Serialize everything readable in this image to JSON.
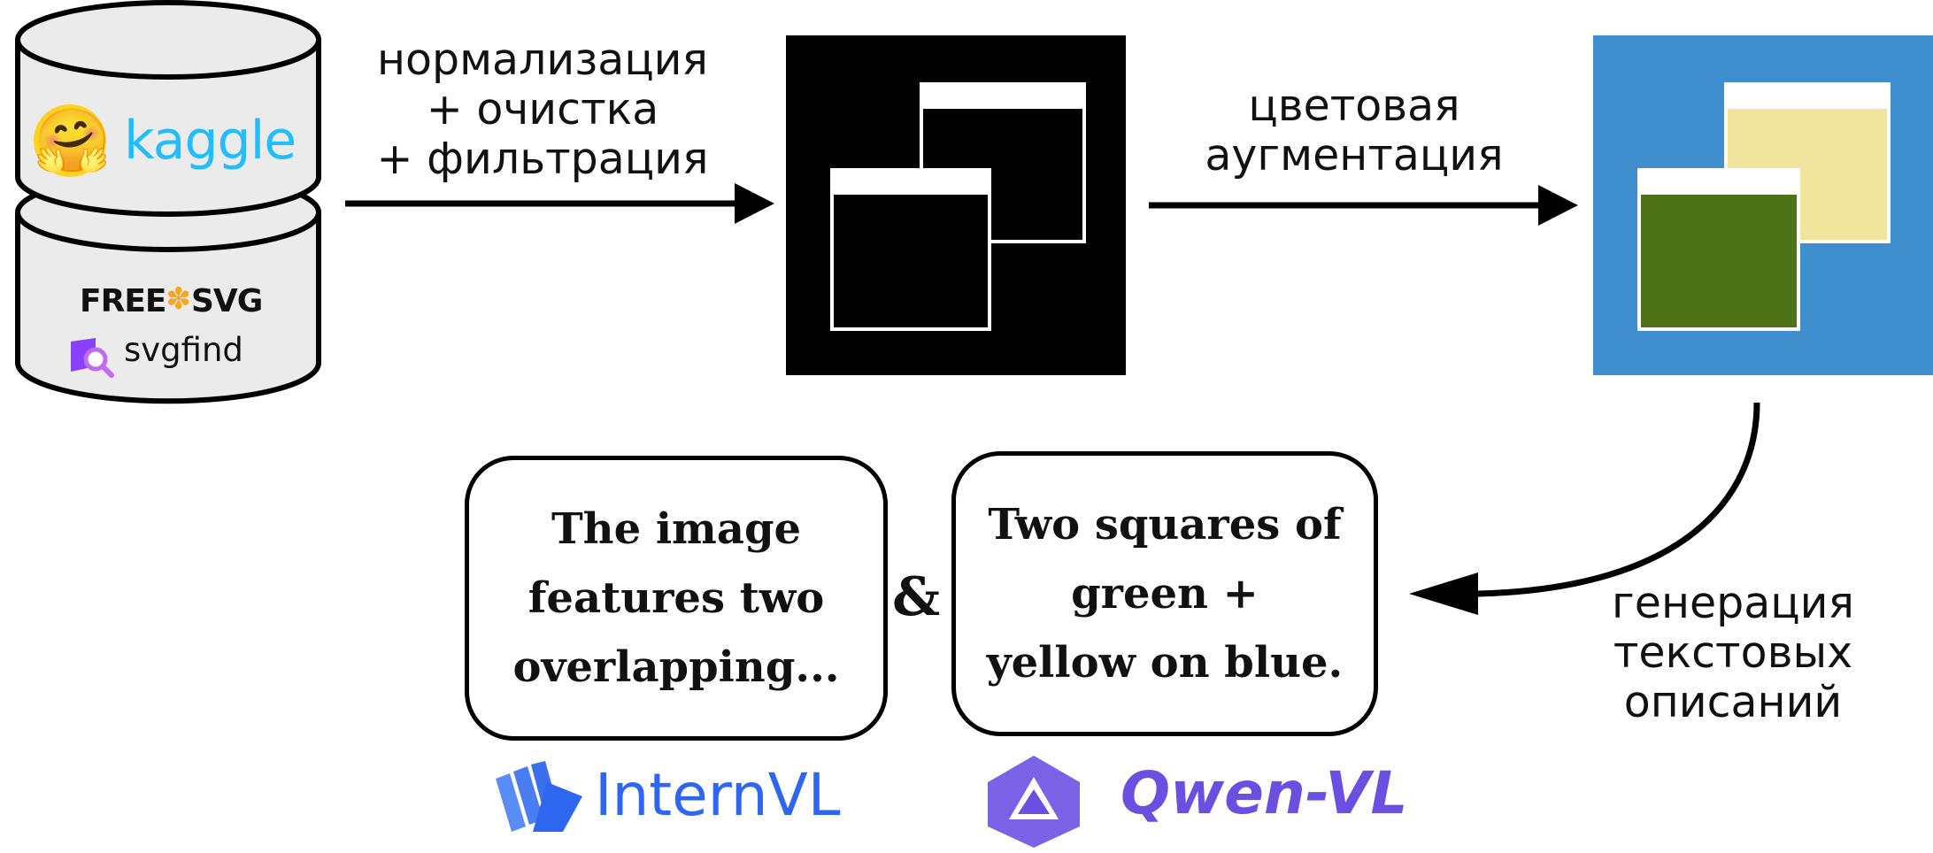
{
  "sources": {
    "hf_emoji": "🤗",
    "kaggle": "kaggle",
    "freesvg_left": "FREE",
    "freesvg_right": "SVG",
    "svgfind": "svgfind"
  },
  "steps": {
    "normalize": [
      "нормализация",
      "+ очистка",
      "+ фильтрация"
    ],
    "augment": [
      "цветовая",
      "аугментация"
    ],
    "captioning": [
      "генерация",
      "текстовых",
      "описаний"
    ]
  },
  "captions": {
    "internvl": [
      "The image",
      "features two",
      "overlapping..."
    ],
    "qwen": [
      "Two squares of",
      "green +",
      "yellow on blue."
    ],
    "joiner": "&"
  },
  "models": {
    "internvl": "InternVL",
    "qwen": "Qwen-VL"
  },
  "colors": {
    "augment_background": "#3f8fce",
    "augment_back_square": "#f1e59d",
    "augment_front_square": "#4e7216",
    "kaggle": "#20beff",
    "freesvg_star": "#f6a623",
    "svgfind_icon": "#8a3ffc",
    "internvl": "#2f66f0",
    "qwen": "#6a4fe0"
  }
}
